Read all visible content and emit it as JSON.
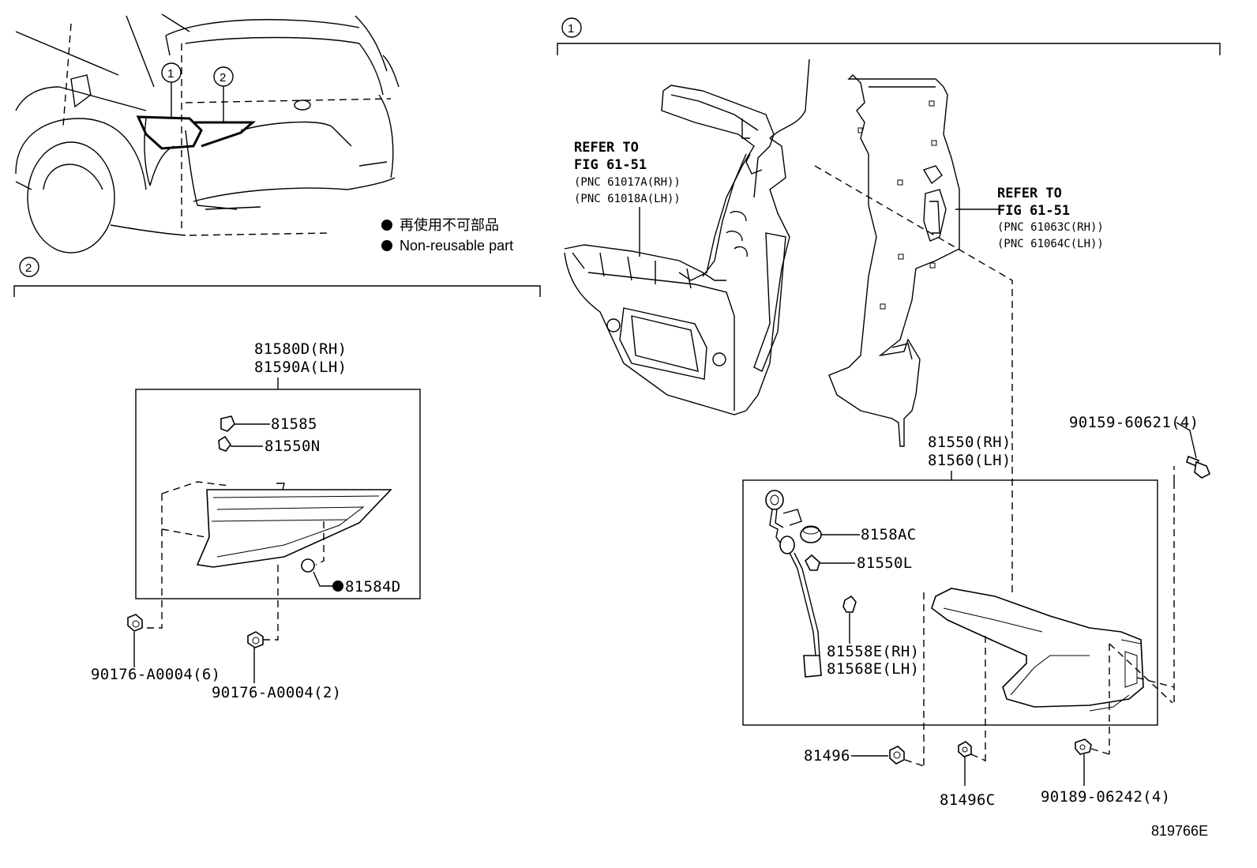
{
  "diagram": {
    "ref_id": "819766E",
    "legend": {
      "japanese": "再使用不可部品",
      "english": "Non-reusable part"
    },
    "callouts": {
      "one": "1",
      "two": "2"
    },
    "refer_left": {
      "line1": "REFER TO",
      "line2": "FIG 61-51",
      "pnc_rh": "(PNC 61017A(RH))",
      "pnc_lh": "(PNC 61018A(LH))"
    },
    "refer_right": {
      "line1": "REFER TO",
      "line2": "FIG 61-51",
      "pnc_rh": "(PNC 61063C(RH))",
      "pnc_lh": "(PNC 61064C(LH))"
    },
    "parts": {
      "p81580d": "81580D(RH)",
      "p81590a": "81590A(LH)",
      "p81585": "81585",
      "p81550n": "81550N",
      "p81584d": "81584D",
      "p90176_6": "90176-A0004(6)",
      "p90176_2": "90176-A0004(2)",
      "p81550": "81550(RH)",
      "p81560": "81560(LH)",
      "p8158ac": "8158AC",
      "p81550l": "81550L",
      "p81558e": "81558E(RH)",
      "p81568e": "81568E(LH)",
      "p90159": "90159-60621(4)",
      "p81496": "81496",
      "p81496c": "81496C",
      "p90189": "90189-06242(4)"
    }
  }
}
